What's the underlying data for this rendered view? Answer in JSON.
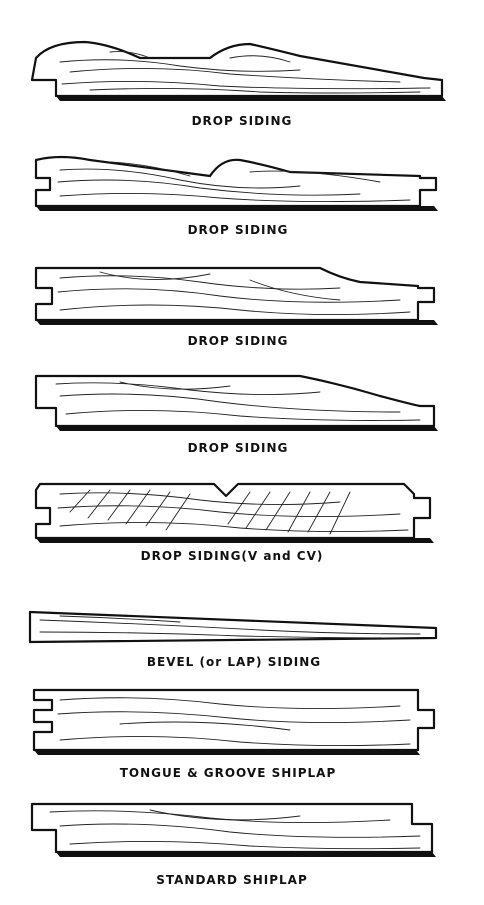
{
  "profiles": [
    {
      "caption": "DROP SIDING"
    },
    {
      "caption": "DROP SIDING"
    },
    {
      "caption": "DROP SIDING"
    },
    {
      "caption": "DROP SIDING"
    },
    {
      "caption": "DROP SIDING(V and CV)"
    },
    {
      "caption": "BEVEL (or LAP) SIDING"
    },
    {
      "caption": "TONGUE & GROOVE SHIPLAP"
    },
    {
      "caption": "STANDARD SHIPLAP"
    }
  ]
}
